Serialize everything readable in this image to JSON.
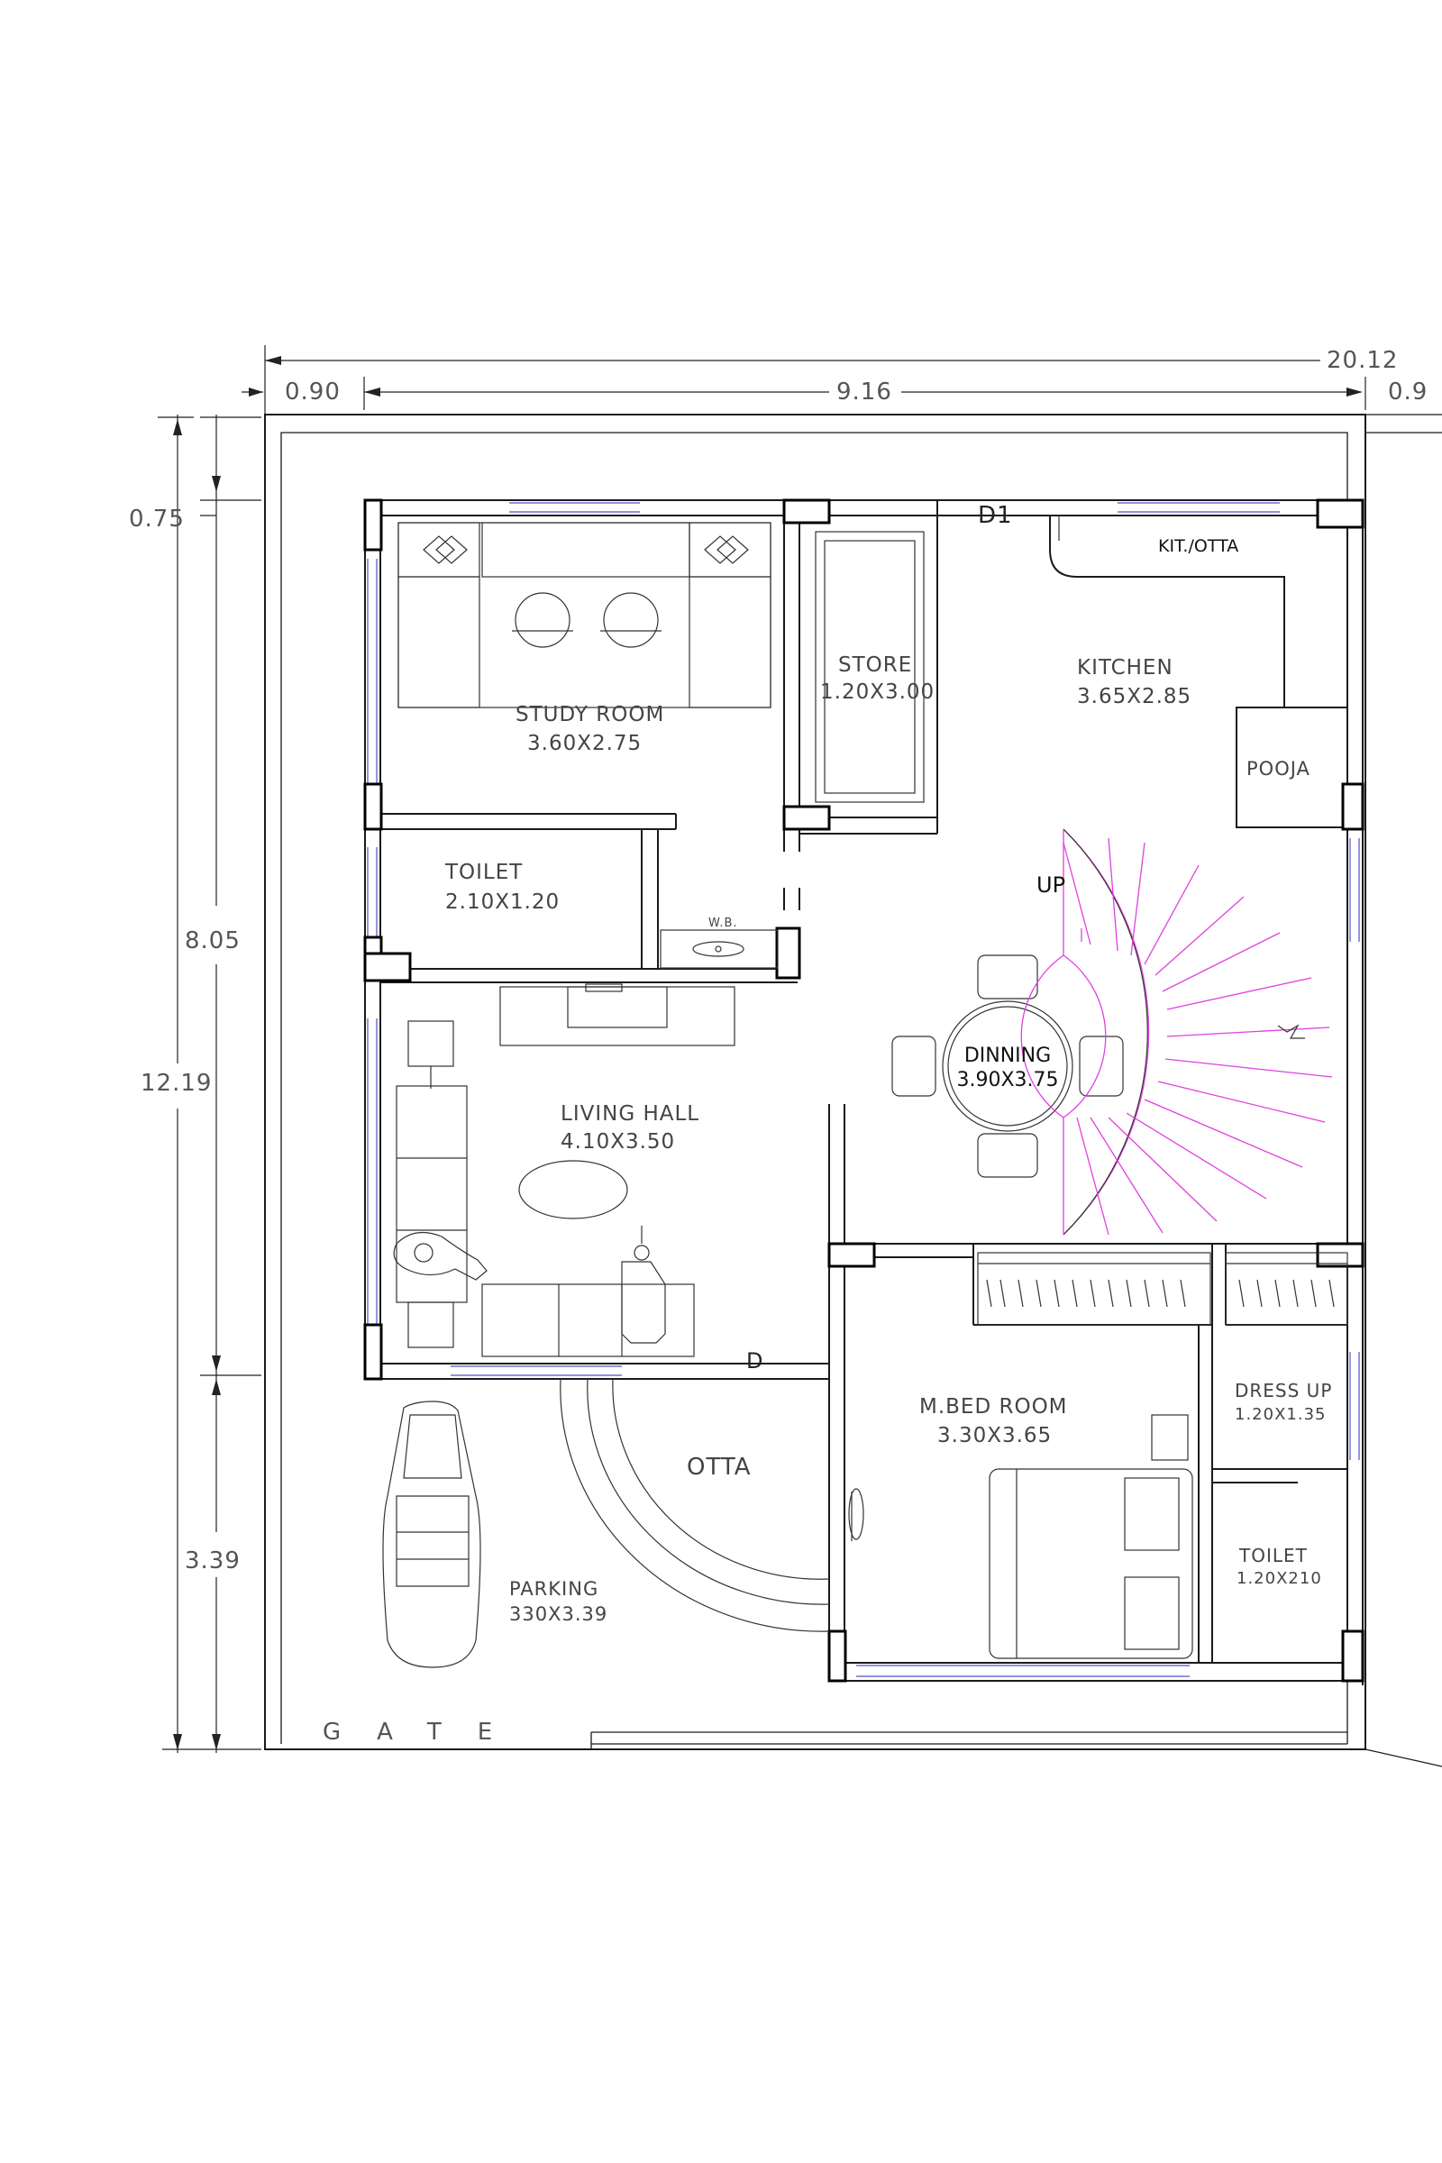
{
  "dimensions": {
    "overall_width": "20.12",
    "left_setback": "0.90",
    "plot_width": "9.16",
    "right_partial": "0.9",
    "front_setback": "0.75",
    "house_depth": "8.05",
    "overall_depth": "12.19",
    "rear_depth": "3.39"
  },
  "rooms": {
    "study": {
      "name": "STUDY ROOM",
      "size": "3.60X2.75"
    },
    "store": {
      "name": "STORE",
      "size": "1.20X3.00"
    },
    "kitchen": {
      "name": "KITCHEN",
      "size": "3.65X2.85"
    },
    "kit_otta": {
      "name": "KIT./OTTA"
    },
    "pooja": {
      "name": "POOJA"
    },
    "toilet1": {
      "name": "TOILET",
      "size": "2.10X1.20"
    },
    "wb": {
      "name": "W.B."
    },
    "living": {
      "name": "LIVING HALL",
      "size": "4.10X3.50"
    },
    "dinning": {
      "name": "DINNING",
      "size": "3.90X3.75"
    },
    "otta": {
      "name": "OTTA"
    },
    "parking": {
      "name": "PARKING",
      "size": "330X3.39"
    },
    "mbed": {
      "name": "M.BED ROOM",
      "size": "3.30X3.65"
    },
    "dress": {
      "name": "DRESS UP",
      "size": "1.20X1.35"
    },
    "toilet2": {
      "name": "TOILET",
      "size": "1.20X210"
    }
  },
  "markers": {
    "door_d1": "D1",
    "door_d": "D",
    "stair_up": "UP",
    "gate": "GATE"
  },
  "colors": {
    "wall": "#1a1a1a",
    "window": "#5050c8",
    "staircase": "#e040e0"
  }
}
